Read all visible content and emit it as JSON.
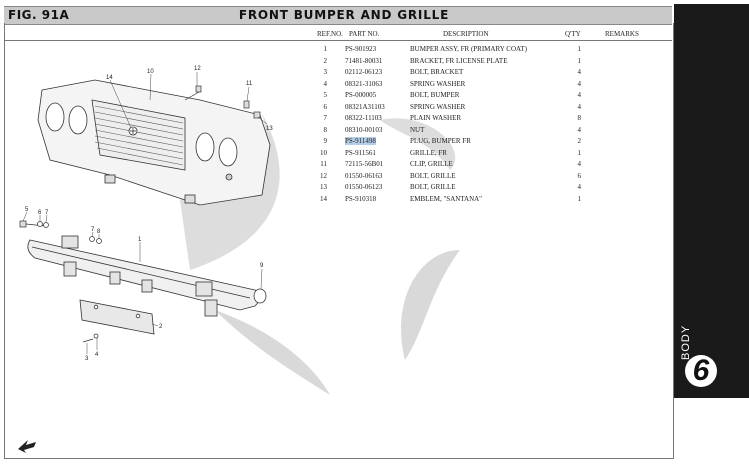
{
  "header": {
    "fig_number": "FIG. 91A",
    "title": "FRONT BUMPER AND GRILLE"
  },
  "sidebar": {
    "section_label": "BODY",
    "section_number": "6"
  },
  "table": {
    "headers": {
      "ref_no": "REF.NO.",
      "part_no": "PART NO.",
      "description": "DESCRIPTION",
      "qty": "Q'TY",
      "remarks": "REMARKS"
    },
    "rows": [
      {
        "ref": "1",
        "part": "PS-901923",
        "desc": "BUMPER ASSY, FR (PRIMARY COAT)",
        "qty": "1"
      },
      {
        "ref": "2",
        "part": "71481-80031",
        "desc": "BRACKET, FR LICENSE PLATE",
        "qty": "1"
      },
      {
        "ref": "3",
        "part": "02112-06123",
        "desc": "BOLT, BRACKET",
        "qty": "4"
      },
      {
        "ref": "4",
        "part": "08321-31063",
        "desc": "SPRING WASHER",
        "qty": "4"
      },
      {
        "ref": "5",
        "part": "PS-000005",
        "desc": "BOLT, BUMPER",
        "qty": "4"
      },
      {
        "ref": "6",
        "part": "08321A31103",
        "desc": "SPRING WASHER",
        "qty": "4"
      },
      {
        "ref": "7",
        "part": "08322-11103",
        "desc": "PLAIN WASHER",
        "qty": "8"
      },
      {
        "ref": "8",
        "part": "08310-00103",
        "desc": "NUT",
        "qty": "4"
      },
      {
        "ref": "9",
        "part": "PS-911498",
        "desc": "PLUG, BUMPER FR",
        "qty": "2"
      },
      {
        "ref": "10",
        "part": "PS-911561",
        "desc": "GRILLE, FR",
        "qty": "1"
      },
      {
        "ref": "11",
        "part": "72115-56B01",
        "desc": "CLIP, GRILLE",
        "qty": "4"
      },
      {
        "ref": "12",
        "part": "01550-06163",
        "desc": "BOLT, GRILLE",
        "qty": "6"
      },
      {
        "ref": "13",
        "part": "01550-06123",
        "desc": "BOLT, GRILLE",
        "qty": "4"
      },
      {
        "ref": "14",
        "part": "PS-910318",
        "desc": "EMBLEM, \"SANTANA\"",
        "qty": "1"
      }
    ]
  },
  "diagram": {
    "callouts": [
      "1",
      "2",
      "3",
      "4",
      "5",
      "6",
      "7",
      "7",
      "8",
      "9",
      "10",
      "11",
      "12",
      "13",
      "14"
    ]
  },
  "colors": {
    "header_bg": "#c9c9c9",
    "sidebar_bg": "#1a1a1a",
    "highlight": "#b5cde6",
    "watermark": "#d0d0d0"
  }
}
